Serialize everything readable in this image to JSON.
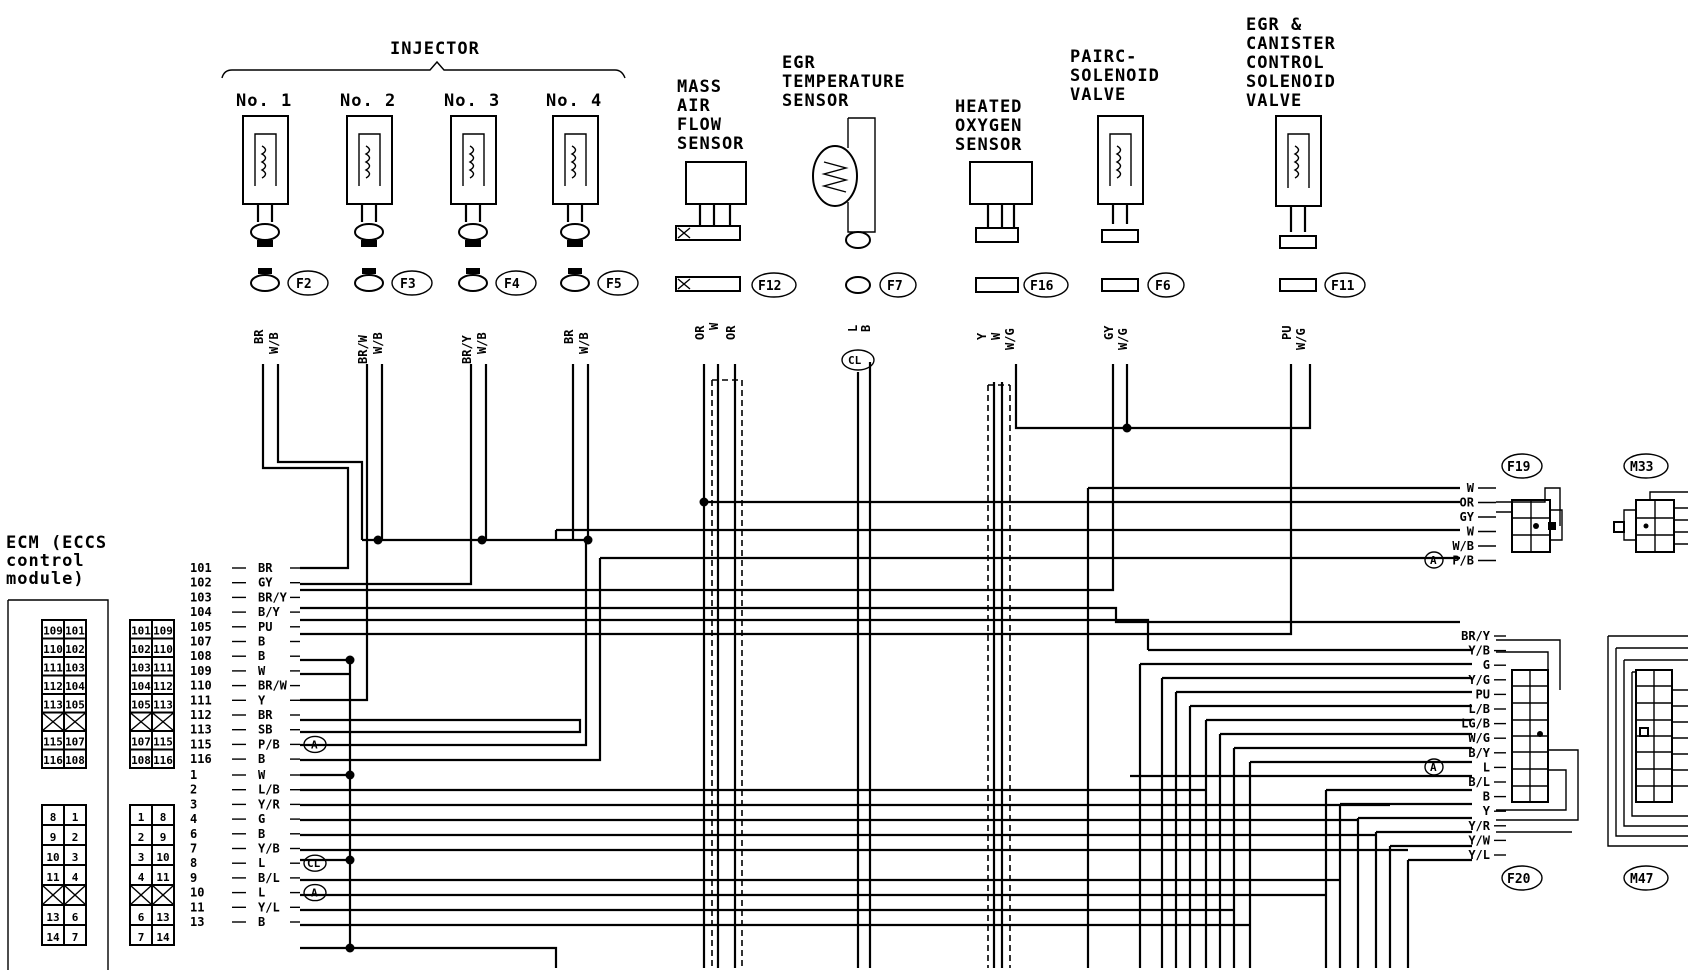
{
  "injector": {
    "title": "INJECTOR",
    "units": [
      {
        "label": "No. 1",
        "connector": "F2",
        "wires": [
          "BR",
          "W/B"
        ]
      },
      {
        "label": "No. 2",
        "connector": "F3",
        "wires": [
          "BR/W",
          "W/B"
        ]
      },
      {
        "label": "No. 3",
        "connector": "F4",
        "wires": [
          "BR/Y",
          "W/B"
        ]
      },
      {
        "label": "No. 4",
        "connector": "F5",
        "wires": [
          "BR",
          "W/B"
        ]
      }
    ]
  },
  "components": {
    "maf": {
      "lines": [
        "MASS",
        "AIR",
        "FLOW",
        "SENSOR"
      ],
      "connector": "F12",
      "wires": [
        "OR",
        "W",
        "OR"
      ]
    },
    "egr_temp": {
      "lines": [
        "EGR",
        "TEMPERATURE",
        "SENSOR"
      ],
      "connector": "F7",
      "wires": [
        "L",
        "B"
      ],
      "tag": "CL"
    },
    "o2": {
      "lines": [
        "HEATED",
        "OXYGEN",
        "SENSOR"
      ],
      "connector": "F16",
      "wires": [
        "Y",
        "W",
        "W/G"
      ]
    },
    "pairc": {
      "lines": [
        "PAIRC-",
        "SOLENOID",
        "VALVE"
      ],
      "connector": "F6",
      "wires": [
        "GY",
        "W/G"
      ]
    },
    "egr_canister": {
      "lines": [
        "EGR &",
        "CANISTER",
        "CONTROL",
        "SOLENOID",
        "VALVE"
      ],
      "connector": "F11",
      "wires": [
        "PU",
        "W/G"
      ]
    }
  },
  "ecm": {
    "title_lines": [
      "ECM (ECCS",
      "control",
      "module)"
    ],
    "upper_pins": [
      {
        "num": "101",
        "color": "BR"
      },
      {
        "num": "102",
        "color": "GY"
      },
      {
        "num": "103",
        "color": "BR/Y"
      },
      {
        "num": "104",
        "color": "B/Y"
      },
      {
        "num": "105",
        "color": "PU"
      },
      {
        "num": "107",
        "color": "B"
      },
      {
        "num": "108",
        "color": "B"
      },
      {
        "num": "109",
        "color": "W"
      },
      {
        "num": "110",
        "color": "BR/W"
      },
      {
        "num": "111",
        "color": "Y"
      },
      {
        "num": "112",
        "color": "BR"
      },
      {
        "num": "113",
        "color": "SB"
      },
      {
        "num": "115",
        "color": "P/B",
        "tag": "A"
      },
      {
        "num": "116",
        "color": "B"
      }
    ],
    "lower_pins": [
      {
        "num": "1",
        "color": "W"
      },
      {
        "num": "2",
        "color": "L/B"
      },
      {
        "num": "3",
        "color": "Y/R"
      },
      {
        "num": "4",
        "color": "G"
      },
      {
        "num": "6",
        "color": "B"
      },
      {
        "num": "7",
        "color": "Y/B"
      },
      {
        "num": "8",
        "color": "L",
        "tag": "CL"
      },
      {
        "num": "9",
        "color": "B/L"
      },
      {
        "num": "10",
        "color": "L",
        "tag": "A"
      },
      {
        "num": "11",
        "color": "Y/L"
      },
      {
        "num": "13",
        "color": "B"
      }
    ],
    "face_left_upper": [
      [
        "109",
        "101"
      ],
      [
        "110",
        "102"
      ],
      [
        "111",
        "103"
      ],
      [
        "112",
        "104"
      ],
      [
        "113",
        "105"
      ],
      [
        "",
        ""
      ],
      [
        "115",
        "107"
      ],
      [
        "116",
        "108"
      ]
    ],
    "face_right_upper": [
      [
        "101",
        "109"
      ],
      [
        "102",
        "110"
      ],
      [
        "103",
        "111"
      ],
      [
        "104",
        "112"
      ],
      [
        "105",
        "113"
      ],
      [
        "",
        ""
      ],
      [
        "107",
        "115"
      ],
      [
        "108",
        "116"
      ]
    ],
    "face_left_lower": [
      [
        "8",
        "1"
      ],
      [
        "9",
        "2"
      ],
      [
        "10",
        "3"
      ],
      [
        "11",
        "4"
      ],
      [
        "",
        ""
      ],
      [
        "13",
        "6"
      ],
      [
        "14",
        "7"
      ]
    ],
    "face_right_lower": [
      [
        "1",
        "8"
      ],
      [
        "2",
        "9"
      ],
      [
        "3",
        "10"
      ],
      [
        "4",
        "11"
      ],
      [
        "",
        ""
      ],
      [
        "6",
        "13"
      ],
      [
        "7",
        "14"
      ]
    ]
  },
  "right_connectors": {
    "f19": {
      "name": "F19",
      "wires": [
        "W",
        "OR",
        "GY",
        "W",
        "W/B",
        "P/B"
      ],
      "tag": "A"
    },
    "m33": {
      "name": "M33"
    },
    "f20": {
      "name": "F20",
      "wires": [
        "BR/Y",
        "Y/B",
        "G",
        "Y/G",
        "PU",
        "L/B",
        "LG/B",
        "W/G",
        "B/Y",
        "L",
        "B/L",
        "B",
        "Y",
        "Y/R",
        "Y/W",
        "Y/L"
      ],
      "tag": "A"
    },
    "m47": {
      "name": "M47"
    }
  }
}
